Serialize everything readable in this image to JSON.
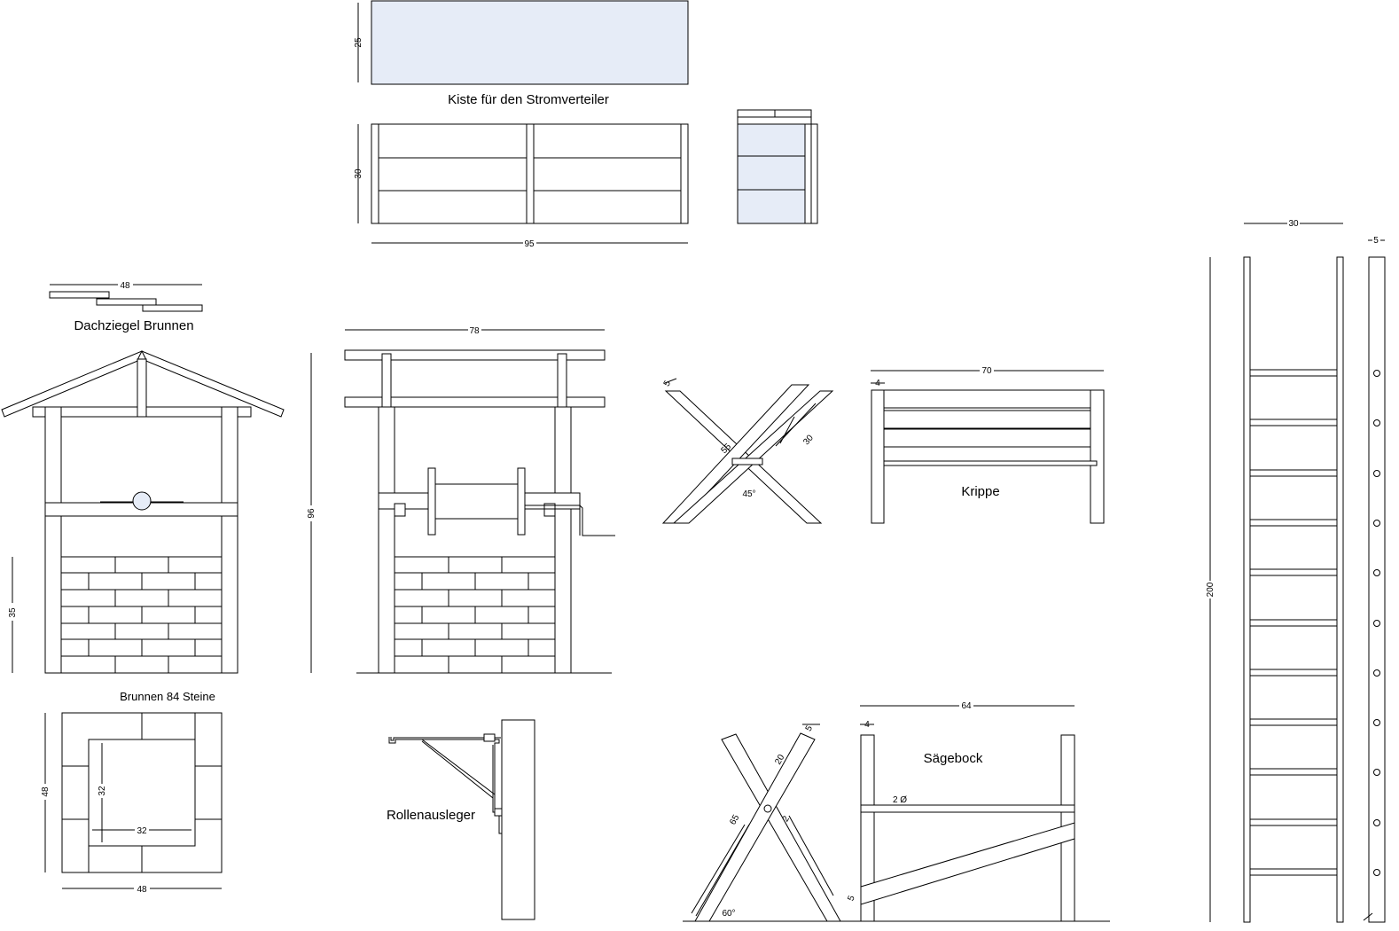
{
  "colors": {
    "panel_fill": "#e6ecf7",
    "line": "#000000",
    "background": "#ffffff"
  },
  "labels": {
    "kiste": "Kiste für den Stromverteiler",
    "dachziegel": "Dachziegel Brunnen",
    "brunnen_steine": "Brunnen 84 Steine",
    "krippe": "Krippe",
    "saegebock": "Sägebock",
    "rollenausleger": "Rollenausleger"
  },
  "dims": {
    "kiste_height_top": "25",
    "kiste_height_front": "30",
    "kiste_width": "95",
    "dachziegel_width": "48",
    "brunnen_width_top": "78",
    "brunnen_height": "96",
    "brunnen_wall_height": "35",
    "brunnen_base_height": "48",
    "brunnen_inner_v": "32",
    "brunnen_inner_h": "32",
    "brunnen_base_width": "48",
    "bock_thickness": "5",
    "bock_leg": "55",
    "bock_span": "30",
    "bock_angle": "45°",
    "krippe_width": "70",
    "krippe_post": "4",
    "saegebock_width": "64",
    "saegebock_post": "4",
    "saegebock_rod": "2 Ø",
    "saegebock_thick": "5",
    "saegebock_leg": "65",
    "saegebock_cross": "20",
    "saegebock_mid": "2",
    "saegebock_brace": "5",
    "saegebock_angle": "60°",
    "leiter_width": "30",
    "leiter_rail": "5",
    "leiter_height": "200"
  }
}
